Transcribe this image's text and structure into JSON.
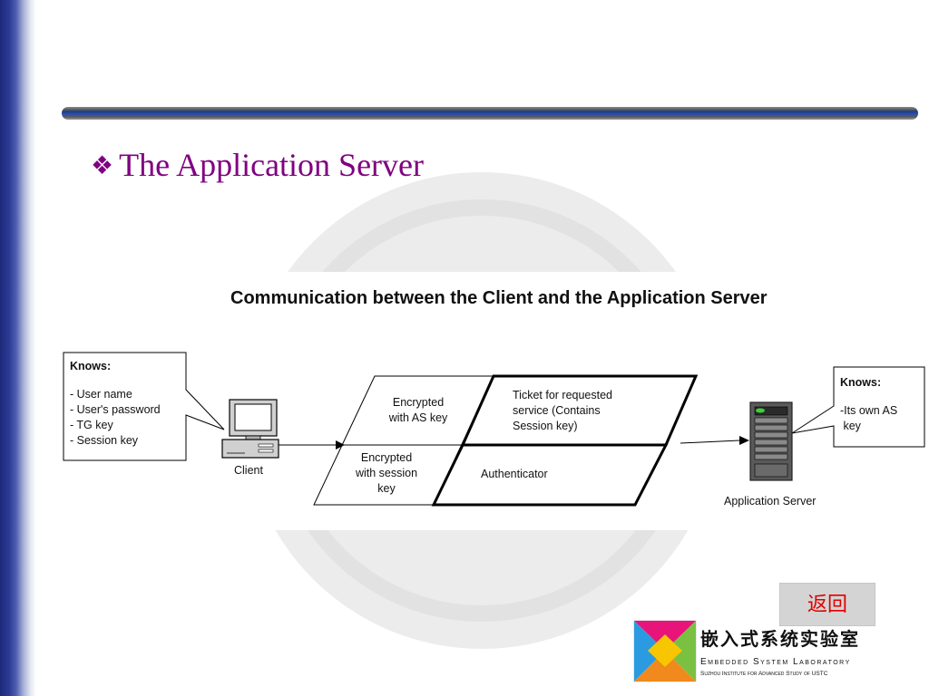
{
  "slide": {
    "title": "The Application Server",
    "bullet_icon": "four-diamond-bullet"
  },
  "diagram": {
    "title": "Communication between the Client and the Application Server",
    "client": {
      "label": "Client",
      "knows_heading": "Knows:",
      "knows_items": [
        "- User name",
        "- User's password",
        "- TG key",
        "- Session key"
      ]
    },
    "server": {
      "label": "Application Server",
      "knows_heading": "Knows:",
      "knows_items": [
        "-Its own AS",
        " key"
      ]
    },
    "message": {
      "encrypted_as_key": [
        "Encrypted",
        "with AS key"
      ],
      "ticket": [
        "Ticket for requested",
        "service (Contains",
        "Session key)"
      ],
      "encrypted_session_key": [
        "Encrypted",
        "with session",
        "key"
      ],
      "authenticator": "Authenticator"
    }
  },
  "nav": {
    "return_label": "返回"
  },
  "logo": {
    "cn": "嵌入式系统实验室",
    "en": "Embedded System Laboratory",
    "sub": "Suzhou Institute for Advanced Study of USTC",
    "colors": [
      "#e8147a",
      "#f7c600",
      "#2a9be0",
      "#f08a1c",
      "#7ac142"
    ]
  }
}
